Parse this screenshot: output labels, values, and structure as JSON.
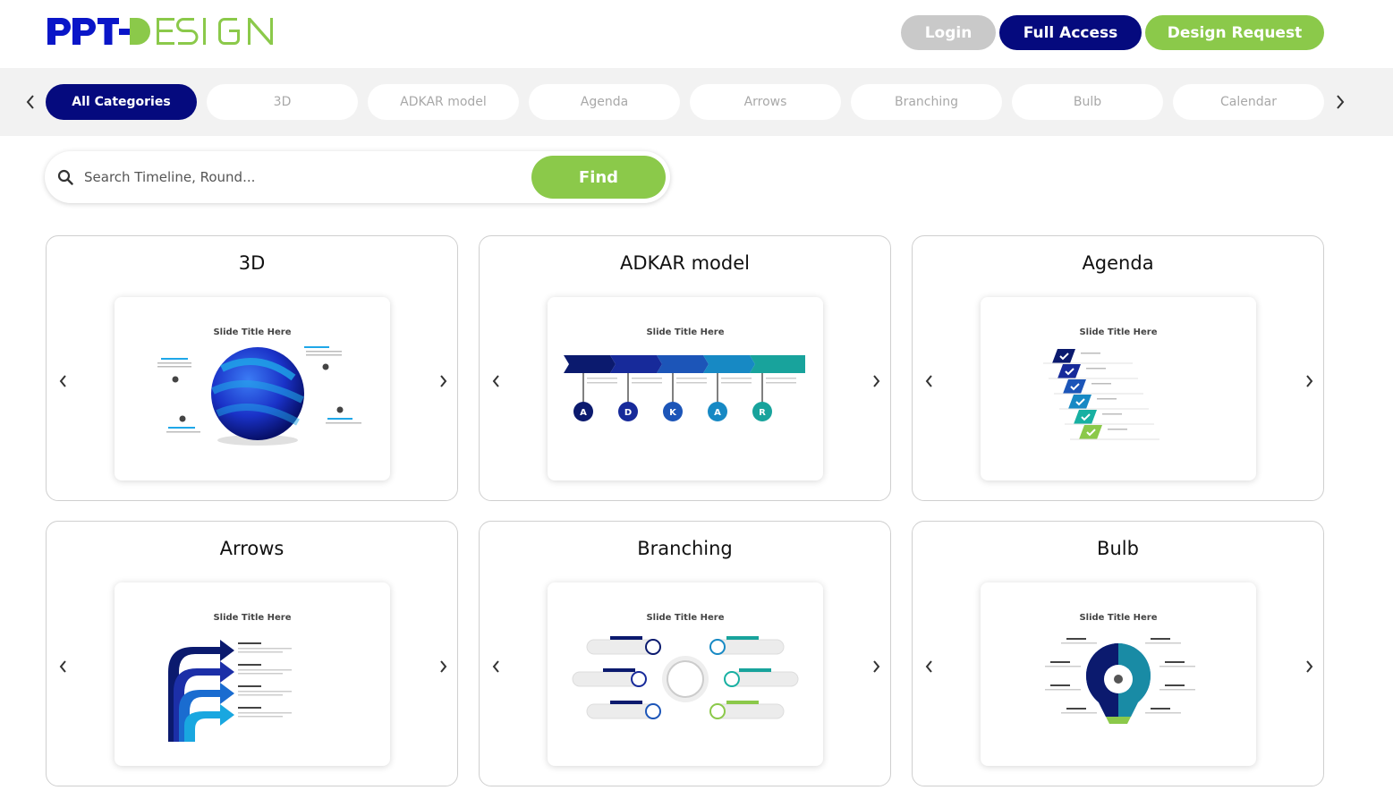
{
  "header": {
    "logo_alt": "PPT DESIGN",
    "login_label": "Login",
    "full_access_label": "Full Access",
    "design_request_label": "Design Request"
  },
  "categories": {
    "items": [
      "All Categories",
      "3D",
      "ADKAR model",
      "Agenda",
      "Arrows",
      "Branching",
      "Bulb",
      "Calendar"
    ],
    "active_index": 0
  },
  "search": {
    "placeholder": "Search Timeline, Round...",
    "value": "",
    "button_label": "Find"
  },
  "cards": [
    {
      "title": "3D",
      "slide_title": "Slide Title Here"
    },
    {
      "title": "ADKAR model",
      "slide_title": "Slide Title Here"
    },
    {
      "title": "Agenda",
      "slide_title": "Slide Title Here"
    },
    {
      "title": "Arrows",
      "slide_title": "Slide Title Here"
    },
    {
      "title": "Branching",
      "slide_title": "Slide Title Here"
    },
    {
      "title": "Bulb",
      "slide_title": "Slide Title Here"
    }
  ],
  "colors": {
    "brand_navy": "#050a7e",
    "brand_green": "#8bc94a",
    "login_gray": "#c9c9c9",
    "strip_gray": "#f2f2f2"
  },
  "icons": {
    "search": "search-icon",
    "prev": "chevron-left-icon",
    "next": "chevron-right-icon"
  }
}
